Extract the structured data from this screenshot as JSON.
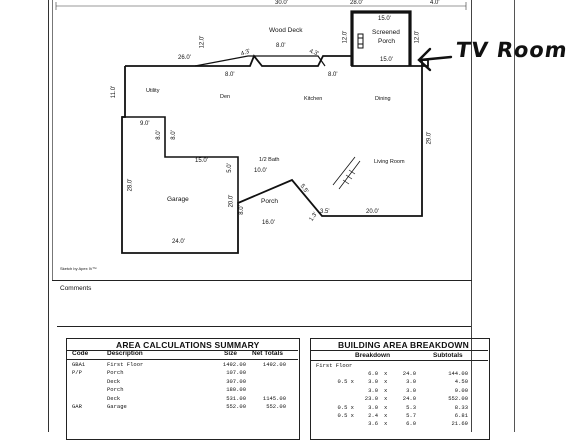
{
  "sketch": {
    "top_dimensions": {
      "left": "30.0'",
      "mid": "28.0'",
      "right": "4.0'"
    },
    "wood_deck": "Wood Deck",
    "wood_deck_width": "8.0'",
    "screened_porch": {
      "line1": "Screened",
      "line2": "Porch"
    },
    "porch_top_dim": "15.0'",
    "porch_bottom_dim": "15.0'",
    "porch_left_dim": "12.0'",
    "porch_right_dim": "12.0'",
    "dims": {
      "d_12_left": "12.0'",
      "d_26": "26.0'",
      "d_8_a": "8.0'",
      "d_43_a": "4.3'",
      "d_43_b": "4.3'",
      "d_8_b": "8.0'",
      "d_11": "11.0'",
      "d_9": "9.0'",
      "d_8_c": "8.0'",
      "d_15": "15.0'",
      "d_5": "5.0'",
      "d_10": "10.0'",
      "d_28": "28.0'",
      "d_20_a": "20.0'",
      "d_8_d": "8.0'",
      "d_24": "24.0'",
      "d_16": "16.0'",
      "d_55": "5.5'",
      "d_13": "1.3'",
      "d_35": "3.5'",
      "d_20_b": "20.0'",
      "d_29": "29.0'"
    },
    "rooms": {
      "util": "Utility",
      "den": "Den",
      "kitchen": "Kitchen",
      "dining": "Dining",
      "half_bath": "1/2 Bath",
      "living": "Living Room",
      "garage": "Garage",
      "porch": "Porch"
    },
    "sketch_credit": "Sketch by Apex IV™"
  },
  "annotation": {
    "text": "TV Room"
  },
  "comments_label": "Comments",
  "area_summary": {
    "title": "AREA CALCULATIONS SUMMARY",
    "headers": {
      "code": "Code",
      "description": "Description",
      "size": "Size",
      "net": "Net Totals"
    },
    "rows": [
      {
        "code": "GBA1",
        "description": "First Floor",
        "size": "1492.00",
        "net": "1492.00"
      },
      {
        "code": "P/P",
        "description": "Porch",
        "size": "107.00",
        "net": ""
      },
      {
        "code": "",
        "description": "Deck",
        "size": "307.00",
        "net": ""
      },
      {
        "code": "",
        "description": "Porch",
        "size": "180.00",
        "net": ""
      },
      {
        "code": "",
        "description": "Deck",
        "size": "531.00",
        "net": "1145.00"
      },
      {
        "code": "GAR",
        "description": "Garage",
        "size": "552.00",
        "net": "552.00"
      }
    ]
  },
  "breakdown": {
    "title": "BUILDING AREA BREAKDOWN",
    "headers": {
      "breakdown": "Breakdown",
      "subtotals": "Subtotals"
    },
    "floor_label": "First Floor",
    "rows": [
      {
        "mult": "",
        "a": "6.0",
        "x": "x",
        "b": "24.0",
        "sub": "144.00"
      },
      {
        "mult": "0.5 x",
        "a": "3.0",
        "x": "x",
        "b": "3.0",
        "sub": "4.50"
      },
      {
        "mult": "",
        "a": "3.0",
        "x": "x",
        "b": "3.0",
        "sub": "9.00"
      },
      {
        "mult": "",
        "a": "23.0",
        "x": "x",
        "b": "24.0",
        "sub": "552.00"
      },
      {
        "mult": "0.5 x",
        "a": "3.0",
        "x": "x",
        "b": "5.3",
        "sub": "8.33"
      },
      {
        "mult": "0.5 x",
        "a": "2.4",
        "x": "x",
        "b": "5.7",
        "sub": "6.81"
      },
      {
        "mult": "",
        "a": "3.6",
        "x": "x",
        "b": "6.0",
        "sub": "21.69"
      }
    ]
  }
}
